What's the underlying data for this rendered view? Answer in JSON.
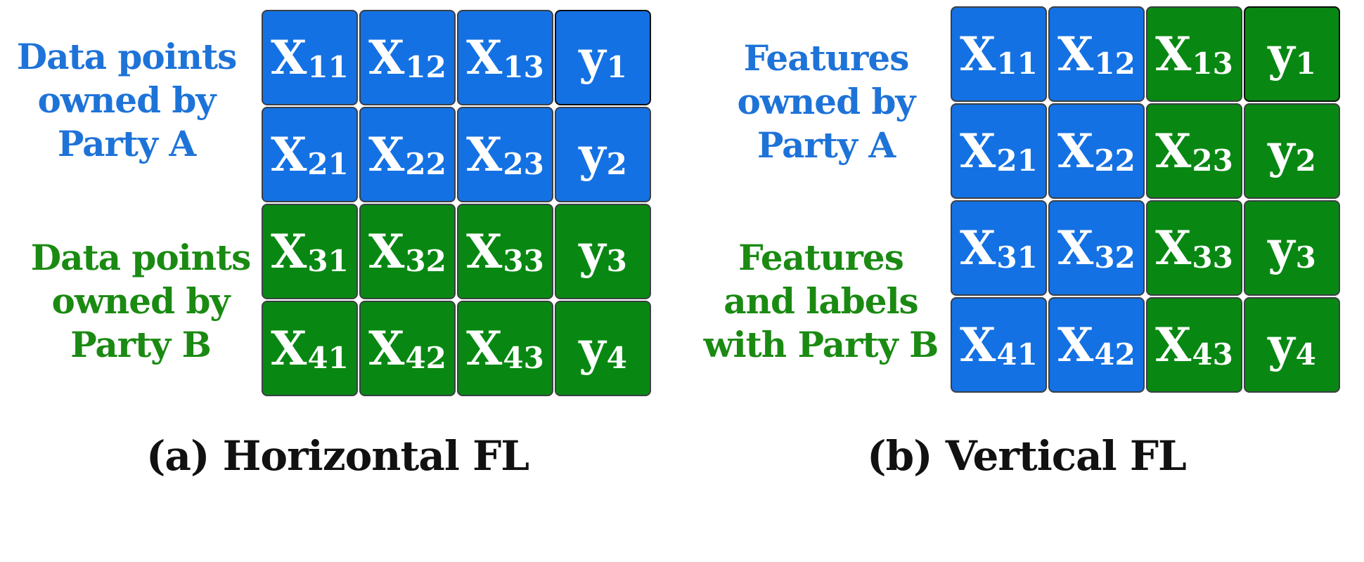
{
  "colors": {
    "party_a": "#1471e3",
    "party_b": "#088812",
    "text_a": "#1e73d8",
    "text_b": "#1a8a12"
  },
  "panels": [
    {
      "caption": "(a) Horizontal FL",
      "label_top": [
        "Data points",
        "owned by",
        "Party A"
      ],
      "label_bottom": [
        "Data points",
        "owned by",
        "Party B"
      ],
      "cells": [
        [
          {
            "sym": "X",
            "sub": "11",
            "party": "a"
          },
          {
            "sym": "X",
            "sub": "12",
            "party": "a"
          },
          {
            "sym": "X",
            "sub": "13",
            "party": "a"
          },
          {
            "sym": "y",
            "sub": "1",
            "party": "a",
            "dark": true
          }
        ],
        [
          {
            "sym": "X",
            "sub": "21",
            "party": "a"
          },
          {
            "sym": "X",
            "sub": "22",
            "party": "a"
          },
          {
            "sym": "X",
            "sub": "23",
            "party": "a"
          },
          {
            "sym": "y",
            "sub": "2",
            "party": "a"
          }
        ],
        [
          {
            "sym": "X",
            "sub": "31",
            "party": "b"
          },
          {
            "sym": "X",
            "sub": "32",
            "party": "b"
          },
          {
            "sym": "X",
            "sub": "33",
            "party": "b"
          },
          {
            "sym": "y",
            "sub": "3",
            "party": "b"
          }
        ],
        [
          {
            "sym": "X",
            "sub": "41",
            "party": "b"
          },
          {
            "sym": "X",
            "sub": "42",
            "party": "b"
          },
          {
            "sym": "X",
            "sub": "43",
            "party": "b"
          },
          {
            "sym": "y",
            "sub": "4",
            "party": "b"
          }
        ]
      ]
    },
    {
      "caption": "(b) Vertical FL",
      "label_top": [
        "Features",
        "owned by",
        "Party A"
      ],
      "label_bottom": [
        "Features",
        "and labels",
        "with Party B"
      ],
      "cells": [
        [
          {
            "sym": "X",
            "sub": "11",
            "party": "a"
          },
          {
            "sym": "X",
            "sub": "12",
            "party": "a"
          },
          {
            "sym": "X",
            "sub": "13",
            "party": "b"
          },
          {
            "sym": "y",
            "sub": "1",
            "party": "b",
            "dark": true
          }
        ],
        [
          {
            "sym": "X",
            "sub": "21",
            "party": "a"
          },
          {
            "sym": "X",
            "sub": "22",
            "party": "a"
          },
          {
            "sym": "X",
            "sub": "23",
            "party": "b"
          },
          {
            "sym": "y",
            "sub": "2",
            "party": "b"
          }
        ],
        [
          {
            "sym": "X",
            "sub": "31",
            "party": "a"
          },
          {
            "sym": "X",
            "sub": "32",
            "party": "a"
          },
          {
            "sym": "X",
            "sub": "33",
            "party": "b"
          },
          {
            "sym": "y",
            "sub": "3",
            "party": "b"
          }
        ],
        [
          {
            "sym": "X",
            "sub": "41",
            "party": "a"
          },
          {
            "sym": "X",
            "sub": "42",
            "party": "a"
          },
          {
            "sym": "X",
            "sub": "43",
            "party": "b"
          },
          {
            "sym": "y",
            "sub": "4",
            "party": "b"
          }
        ]
      ]
    }
  ]
}
